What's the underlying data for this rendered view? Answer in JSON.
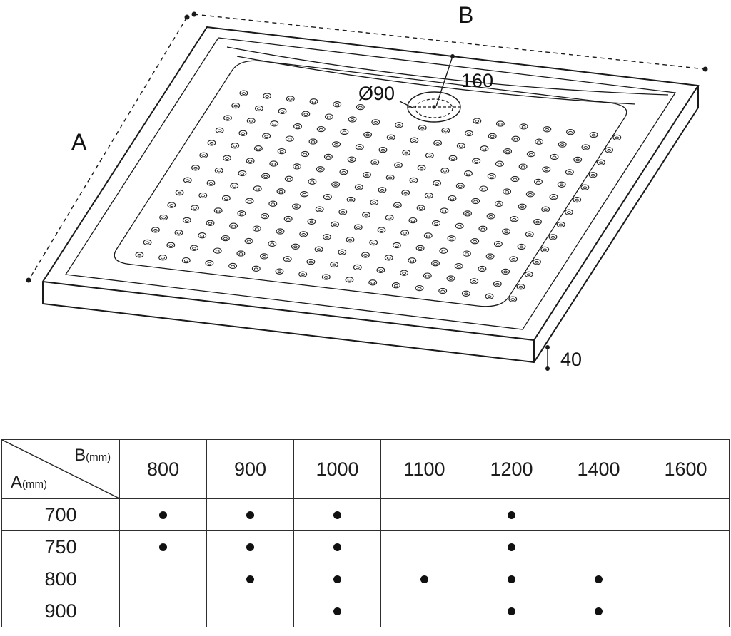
{
  "page": {
    "background": "#ffffff",
    "line_color": "#1a1a1a"
  },
  "diagram": {
    "label_b": "B",
    "label_a": "A",
    "drain_diameter_label": "Ø90",
    "drain_offset_label": "160",
    "height_label": "40"
  },
  "table": {
    "corner": {
      "b_label": "B",
      "b_unit": "(mm)",
      "a_label": "A",
      "a_unit": "(mm)"
    },
    "columns": [
      "800",
      "900",
      "1000",
      "1100",
      "1200",
      "1400",
      "1600"
    ],
    "rows": [
      {
        "label": "700",
        "available": [
          true,
          true,
          true,
          false,
          true,
          false,
          false
        ]
      },
      {
        "label": "750",
        "available": [
          true,
          true,
          true,
          false,
          true,
          false,
          false
        ]
      },
      {
        "label": "800",
        "available": [
          false,
          true,
          true,
          true,
          true,
          true,
          false
        ]
      },
      {
        "label": "900",
        "available": [
          false,
          false,
          true,
          false,
          true,
          true,
          false
        ]
      }
    ]
  }
}
